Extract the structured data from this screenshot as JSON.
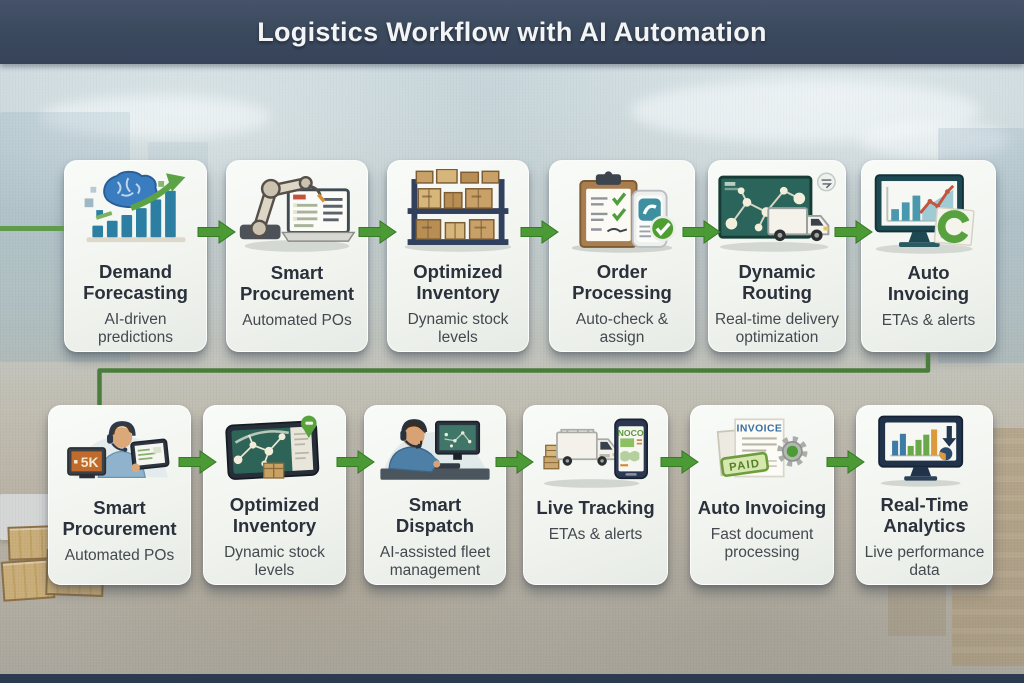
{
  "header": {
    "title": "Logistics Workflow with AI Automation"
  },
  "colors": {
    "header_bg": "#3c4a5e",
    "card_bg": "#f3f5f1",
    "card_title": "#2b313b",
    "card_subtitle": "#44494f",
    "arrow_green": "#4c9a35",
    "connector_green": "#4a7d3b"
  },
  "rows": [
    {
      "name": "top",
      "cards": [
        {
          "title": "Demand Forecasting",
          "subtitle": "AI-driven predictions",
          "icon": "brain-bar-chart-icon"
        },
        {
          "title": "Smart Procurement",
          "subtitle": "Automated POs",
          "icon": "robot-arm-laptop-icon"
        },
        {
          "title": "Optimized Inventory",
          "subtitle": "Dynamic stock levels",
          "icon": "warehouse-shelf-icon"
        },
        {
          "title": "Order Processing",
          "subtitle": "Auto-check & assign",
          "icon": "clipboard-phone-check-icon"
        },
        {
          "title": "Dynamic Routing",
          "subtitle": "Real-time delivery optimization",
          "icon": "route-map-truck-icon"
        },
        {
          "title": "Auto Invoicing",
          "subtitle": "ETAs & alerts",
          "icon": "monitor-trend-report-icon"
        }
      ]
    },
    {
      "name": "bottom",
      "cards": [
        {
          "title": "Smart Procurement",
          "subtitle": "Automated POs",
          "icon": "support-agent-tablet-icon"
        },
        {
          "title": "Optimized Inventory",
          "subtitle": "Dynamic stock levels",
          "icon": "tablet-route-map-icon"
        },
        {
          "title": "Smart Dispatch",
          "subtitle": "AI-assisted fleet management",
          "icon": "dispatcher-workstation-icon"
        },
        {
          "title": "Live Tracking",
          "subtitle": "ETAs & alerts",
          "icon": "truck-phone-tracking-icon"
        },
        {
          "title": "Auto Invoicing",
          "subtitle": "Fast document processing",
          "icon": "invoice-paid-gear-icon"
        },
        {
          "title": "Real-Time Analytics",
          "subtitle": "Live performance data",
          "icon": "analytics-dashboard-icon"
        }
      ]
    }
  ],
  "icon_labels": {
    "procurement_screen": "5K",
    "tracking_app": "NOCO",
    "invoice_title": "INVOICE",
    "paid_stamp": "PAID"
  }
}
